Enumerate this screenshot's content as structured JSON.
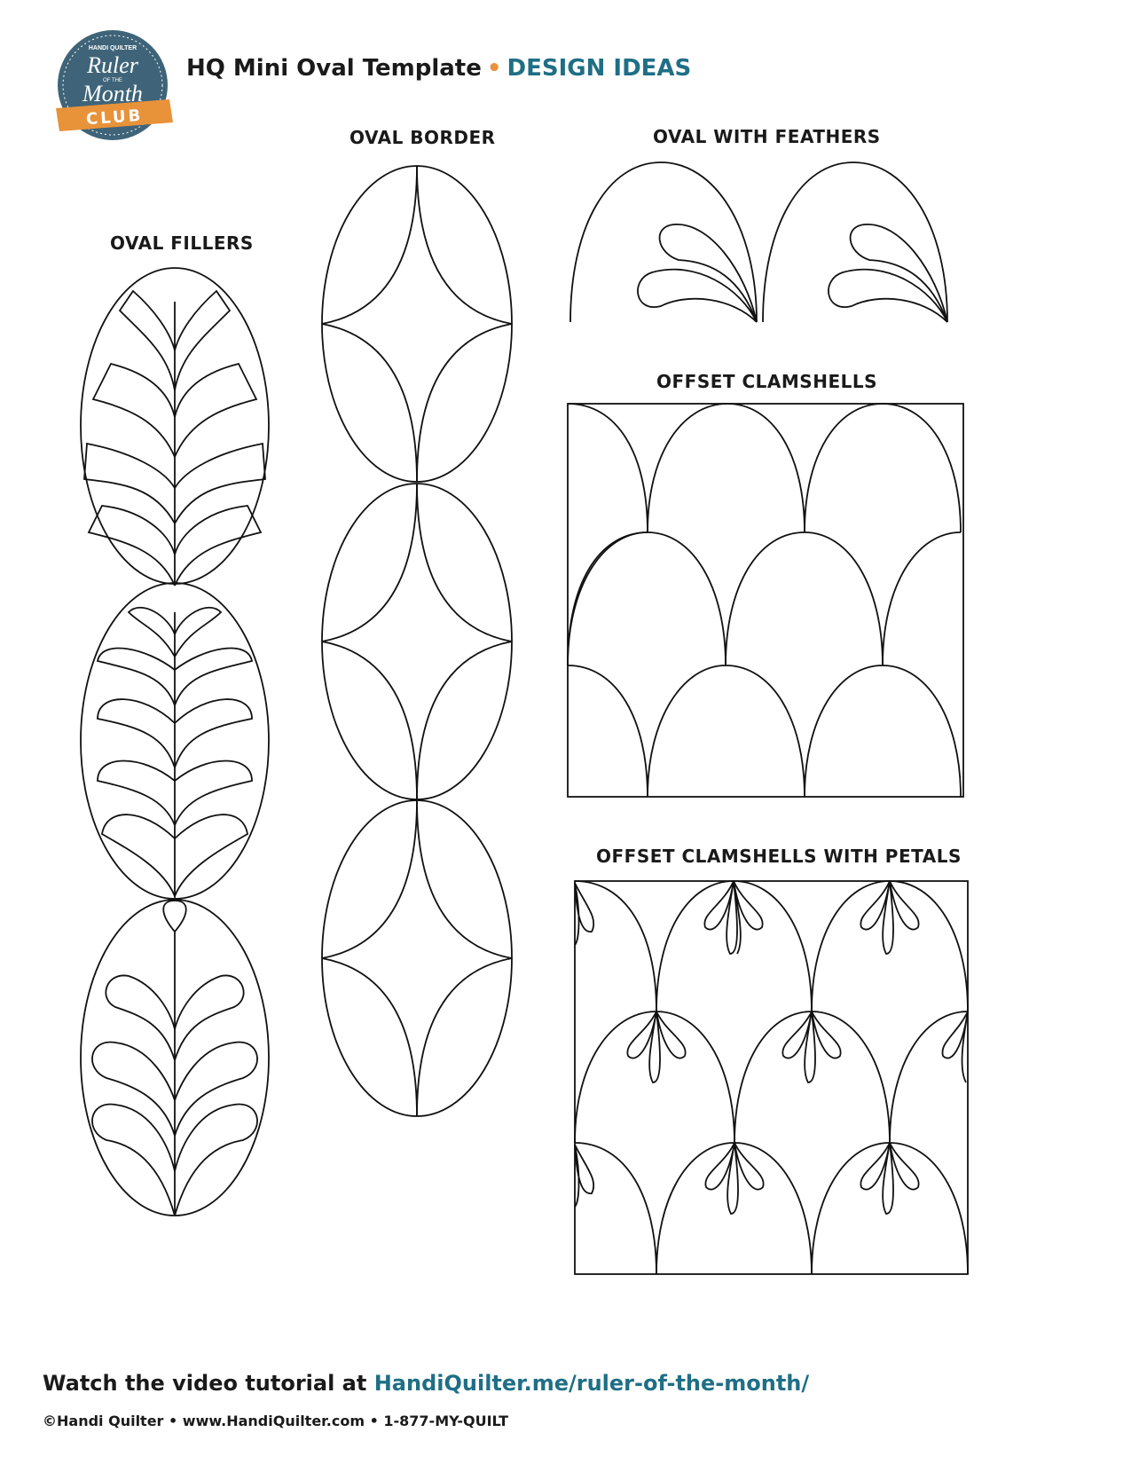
{
  "logo": {
    "top_text": "HANDI QUILTER",
    "line1": "Ruler",
    "mid_text": "OF THE",
    "line2": "Month",
    "banner": "CLUB",
    "colors": {
      "circle": "#3f6479",
      "banner": "#e8923a",
      "text": "#ffffff"
    }
  },
  "header": {
    "title": "HQ Mini Oval Template",
    "separator": "•",
    "subtitle": "DESIGN IDEAS",
    "accent_color": "#1f6f86",
    "separator_color": "#e8923a"
  },
  "sections": {
    "oval_fillers": "OVAL FILLERS",
    "oval_border": "OVAL BORDER",
    "oval_with_feathers": "OVAL WITH FEATHERS",
    "offset_clamshells": "OFFSET CLAMSHELLS",
    "offset_clamshells_petals": "OFFSET CLAMSHELLS WITH PETALS"
  },
  "footer": {
    "prefix": "Watch the video tutorial at ",
    "url": "HandiQuilter.me/ruler-of-the-month/",
    "line2": "©Handi Quilter • www.HandiQuilter.com • 1-877-MY-QUILT"
  }
}
